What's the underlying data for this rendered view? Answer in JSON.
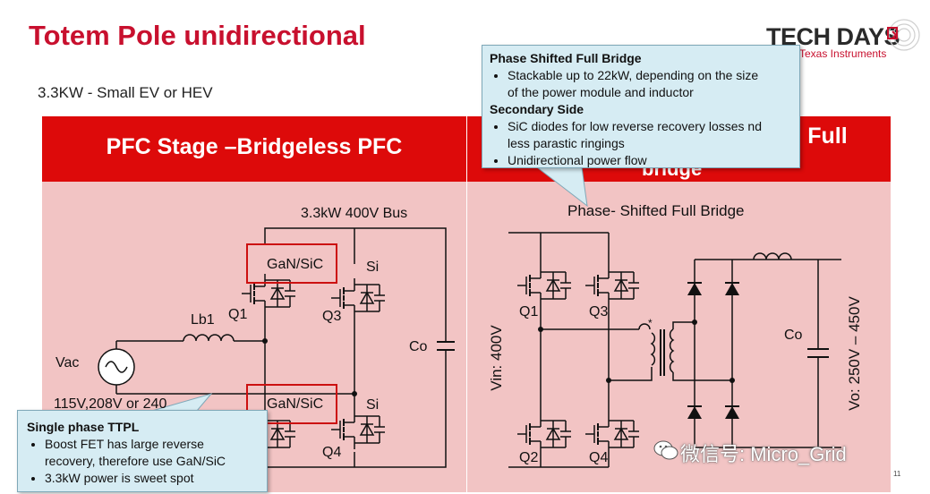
{
  "slide": {
    "title": "Totem Pole unidirectional",
    "subtitle": "3.3KW  - Small EV or HEV",
    "logo": {
      "main": "TECH DAYS",
      "sub": "Texas Instruments",
      "icon": "tech-days-logo-icon"
    },
    "page_number": "11",
    "watermark": "微信号: Micro_Grid"
  },
  "panels": {
    "left_header": "PFC Stage –Bridgeless PFC",
    "right_header": "d Full",
    "right_header_overflow": "bridge"
  },
  "tooltip_top": {
    "heading1": "Phase Shifted Full Bridge",
    "bullets1": [
      "Stackable up to 22kW, depending on the size",
      "of the power module and inductor"
    ],
    "heading2": "Secondary Side",
    "bullets2": [
      "SiC diodes for low reverse recovery losses nd",
      "less parastic  ringings",
      "Unidirectional power flow"
    ]
  },
  "tooltip_bottom": {
    "heading": "Single phase TTPL",
    "bullets": [
      "Boost FET has large reverse",
      "recovery, therefore use GaN/SiC",
      "3.3kW power is sweet spot"
    ]
  },
  "pfc_circuit": {
    "bus_label": "3.3kW 400V Bus",
    "device_top_left": "GaN/SiC",
    "device_top_right": "Si",
    "device_bottom_left": "GaN/SiC",
    "device_bottom_right": "Si",
    "q1": "Q1",
    "q3": "Q3",
    "q4": "Q4",
    "inductor": "Lb1",
    "source": "Vac",
    "input_range": "115V,208V or 240",
    "cap": "Co"
  },
  "psfb_circuit": {
    "title": "Phase- Shifted Full Bridge",
    "q1": "Q1",
    "q2": "Q2",
    "q3": "Q3",
    "q4": "Q4",
    "vin": "Vin: 400V",
    "vout": "Vo: 250V – 450V",
    "cap": "Co",
    "dot": "*"
  },
  "colors": {
    "brand_red": "#c8102e",
    "header_red": "#dd0a0a",
    "panel_pink": "#f2c4c4",
    "tooltip_blue": "#d6ecf3"
  }
}
